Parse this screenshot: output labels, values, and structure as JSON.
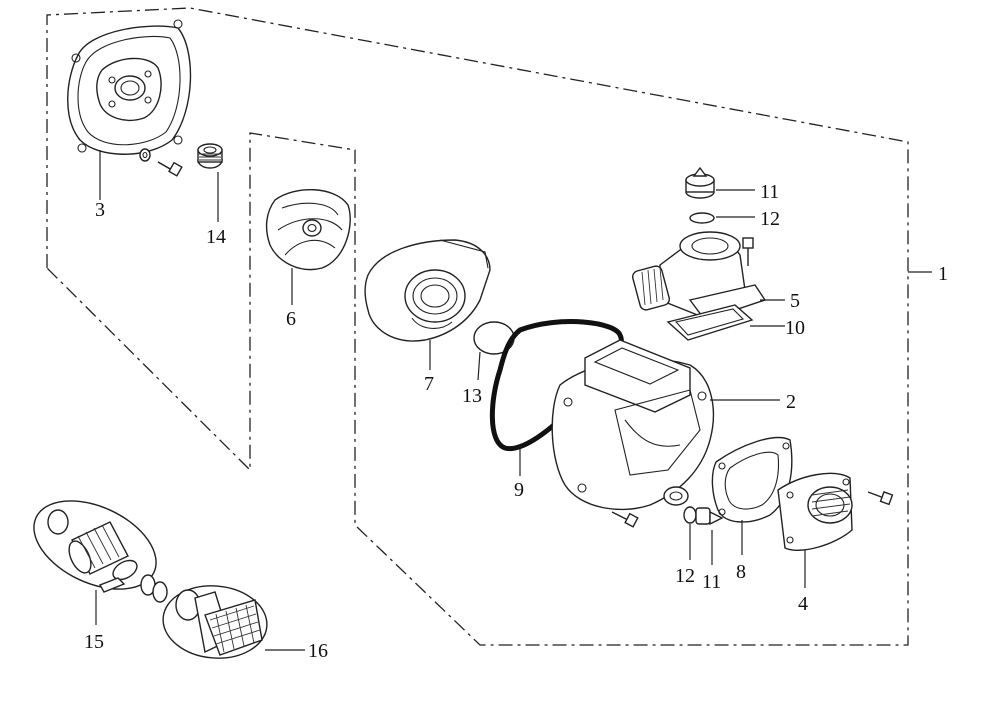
{
  "diagram": {
    "callouts": {
      "c1": "1",
      "c2": "2",
      "c3": "3",
      "c4": "4",
      "c5": "5",
      "c6": "6",
      "c7": "7",
      "c8": "8",
      "c9": "9",
      "c10": "10",
      "c11a": "11",
      "c11b": "11",
      "c12a": "12",
      "c12b": "12",
      "c13": "13",
      "c14": "14",
      "c15": "15",
      "c16": "16"
    }
  }
}
